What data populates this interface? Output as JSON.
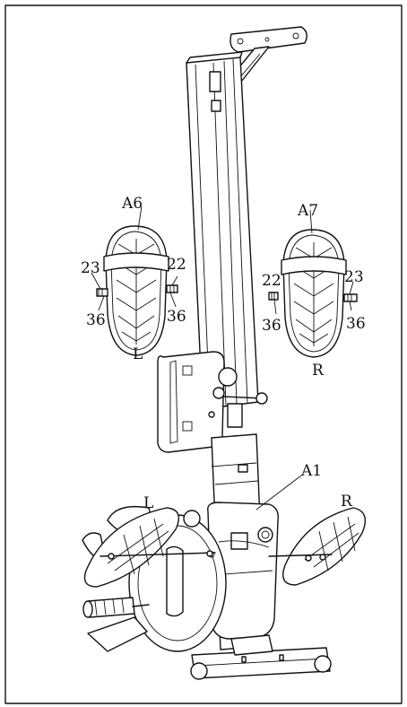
{
  "labels": {
    "pedal_left": "A6",
    "pedal_right": "A7",
    "part_23_left": "23",
    "part_22_left": "22",
    "part_36_left_a": "36",
    "part_36_left_b": "36",
    "side_left": "L",
    "part_22_right": "22",
    "part_23_right": "23",
    "part_36_right_a": "36",
    "part_36_right_b": "36",
    "side_right": "R",
    "assembly": "A1",
    "machine_left": "L",
    "machine_right": "R"
  }
}
